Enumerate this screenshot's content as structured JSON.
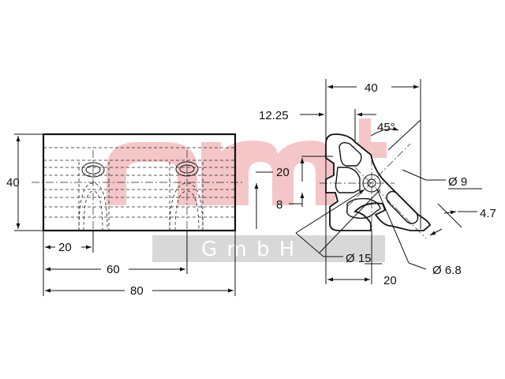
{
  "watermark": {
    "logo_color": "#f5c6c8",
    "band_color": "#d8d8d8",
    "text": "G m b H"
  },
  "dimensions": {
    "side_height": "40",
    "hole_offset": "20",
    "hole_spacing": "60",
    "overall_length": "80",
    "profile_width": "40",
    "slot_offset": "12.25",
    "angle": "45°",
    "bore_small": "Ø 9",
    "slot_width": "4.7",
    "step_upper": "20",
    "step_lower": "8",
    "bore_large": "Ø 15",
    "bore_center": "Ø 6.8",
    "center_offset": "20"
  }
}
